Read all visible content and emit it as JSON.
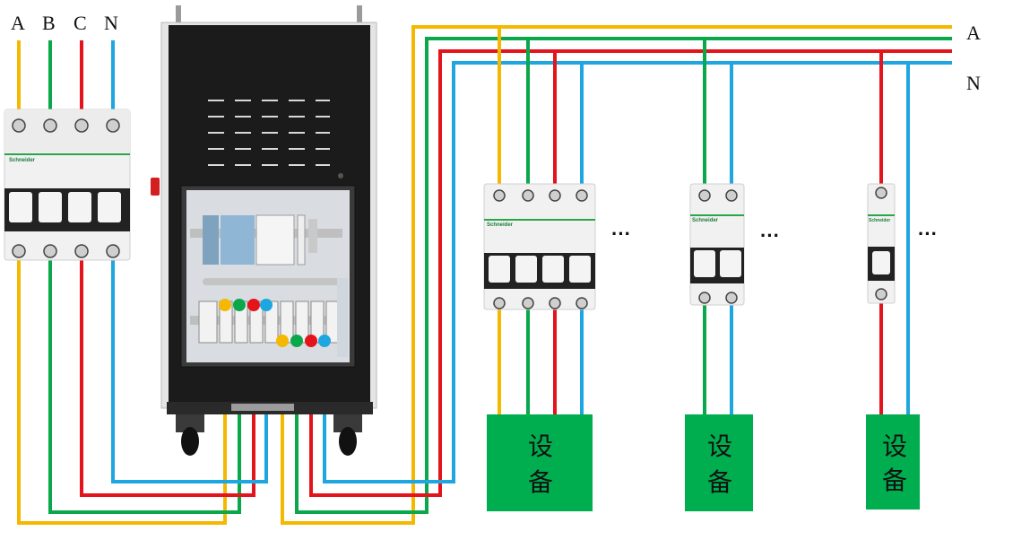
{
  "phase_labels_left": [
    "A",
    "B",
    "C",
    "N"
  ],
  "bus_labels_right": {
    "top": "A",
    "bottom": "N"
  },
  "wire_colors": {
    "A": "#f5b800",
    "B": "#0aa84a",
    "C": "#e3141b",
    "N": "#1ea6e0"
  },
  "breaker_brand": "Schneider",
  "ellipsis": "···",
  "devices": [
    {
      "line1": "设",
      "line2": "备"
    },
    {
      "line1": "设",
      "line2": "备"
    },
    {
      "line1": "设",
      "line2": "备"
    }
  ]
}
